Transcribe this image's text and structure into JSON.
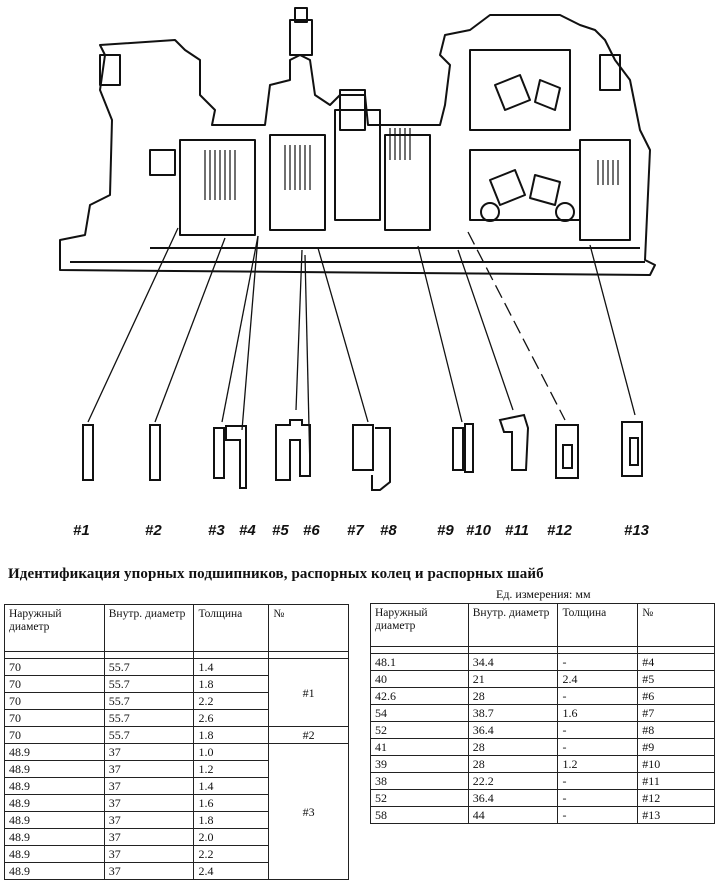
{
  "drawing": {
    "part_labels": [
      "#1",
      "#2",
      "#3",
      "#4",
      "#5",
      "#6",
      "#7",
      "#8",
      "#9",
      "#10",
      "#11",
      "#12",
      "#13"
    ]
  },
  "title": "Идентификация упорных подшипников, распорных колец и распорных шайб",
  "units": "Ед. измерения: мм",
  "left_table": {
    "headers": [
      "Наружный диаметр",
      "Внутр. диаметр",
      "Толщина",
      "№"
    ],
    "groups": [
      {
        "no": "#1",
        "rows": [
          [
            "70",
            "55.7",
            "1.4"
          ],
          [
            "70",
            "55.7",
            "1.8"
          ],
          [
            "70",
            "55.7",
            "2.2"
          ],
          [
            "70",
            "55.7",
            "2.6"
          ]
        ]
      },
      {
        "no": "#2",
        "rows": [
          [
            "70",
            "55.7",
            "1.8"
          ]
        ]
      },
      {
        "no": "#3",
        "rows": [
          [
            "48.9",
            "37",
            "1.0"
          ],
          [
            "48.9",
            "37",
            "1.2"
          ],
          [
            "48.9",
            "37",
            "1.4"
          ],
          [
            "48.9",
            "37",
            "1.6"
          ],
          [
            "48.9",
            "37",
            "1.8"
          ],
          [
            "48.9",
            "37",
            "2.0"
          ],
          [
            "48.9",
            "37",
            "2.2"
          ],
          [
            "48.9",
            "37",
            "2.4"
          ]
        ]
      }
    ]
  },
  "right_table": {
    "headers": [
      "Наружный диаметр",
      "Внутр. диаметр",
      "Толщина",
      "№"
    ],
    "rows": [
      [
        "48.1",
        "34.4",
        "-",
        "#4"
      ],
      [
        "40",
        "21",
        "2.4",
        "#5"
      ],
      [
        "42.6",
        "28",
        "-",
        "#6"
      ],
      [
        "54",
        "38.7",
        "1.6",
        "#7"
      ],
      [
        "52",
        "36.4",
        "-",
        "#8"
      ],
      [
        "41",
        "28",
        "-",
        "#9"
      ],
      [
        "39",
        "28",
        "1.2",
        "#10"
      ],
      [
        "38",
        "22.2",
        "-",
        "#11"
      ],
      [
        "52",
        "36.4",
        "-",
        "#12"
      ],
      [
        "58",
        "44",
        "-",
        "#13"
      ]
    ]
  }
}
